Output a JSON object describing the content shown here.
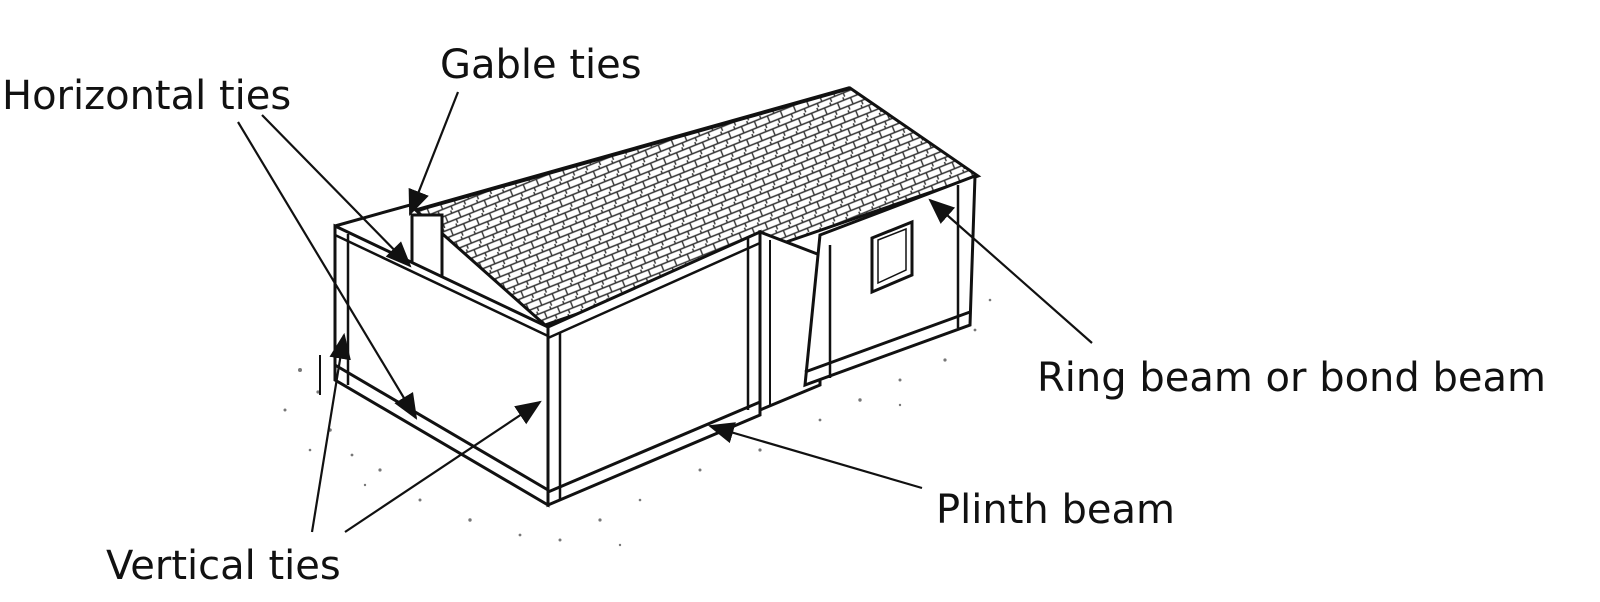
{
  "labels": {
    "horizontal_ties": "Horizontal ties",
    "gable_ties": "Gable ties",
    "ring_beam": "Ring beam or bond beam",
    "plinth_beam": "Plinth beam",
    "vertical_ties": "Vertical ties"
  },
  "colors": {
    "ink": "#111111",
    "background": "#ffffff",
    "wall": "#ffffff",
    "roof_hatch": "#333333"
  }
}
